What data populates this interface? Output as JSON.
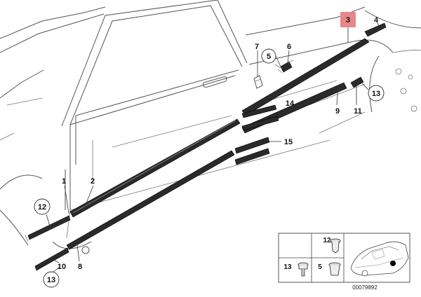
{
  "diagram": {
    "highlight_color": "#e8878a",
    "callouts": {
      "c1": "1",
      "c2": "2",
      "c3": "3",
      "c4": "4",
      "c5": "5",
      "c6": "6",
      "c7": "7",
      "c8": "8",
      "c9": "9",
      "c10": "10",
      "c11": "11",
      "c12": "12",
      "c13a": "13",
      "c13b": "13",
      "c14": "14",
      "c15": "15"
    },
    "legend": {
      "c12": "12",
      "c13": "13",
      "c5": "5",
      "diagram_id": "00079892"
    }
  }
}
